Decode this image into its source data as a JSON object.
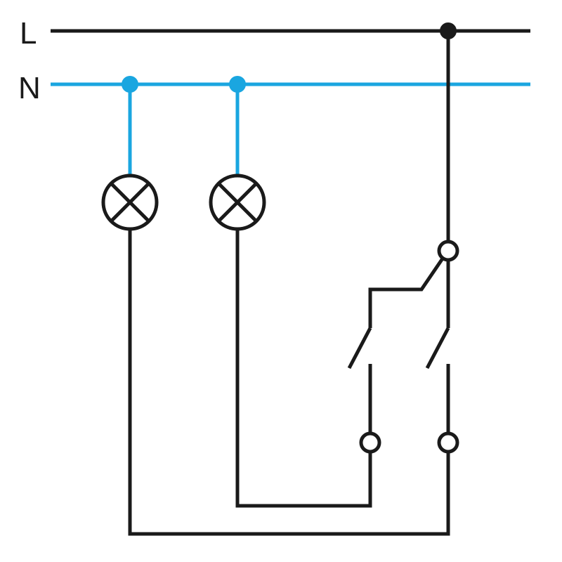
{
  "labels": {
    "line": "L",
    "neutral": "N"
  },
  "colors": {
    "line_wire": "#1a1a1a",
    "neutral_wire": "#1aa6e0",
    "background": "#ffffff"
  },
  "components": [
    {
      "id": "lamp-1",
      "type": "lamp",
      "icon": "lamp-cross-circle-icon"
    },
    {
      "id": "lamp-2",
      "type": "lamp",
      "icon": "lamp-cross-circle-icon"
    },
    {
      "id": "switch",
      "type": "double-switch",
      "icon": "two-way-switch-icon"
    }
  ]
}
